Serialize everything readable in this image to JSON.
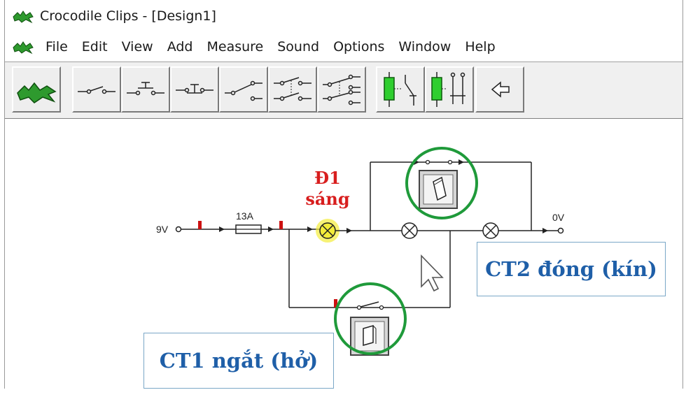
{
  "window": {
    "title": "Crocodile Clips - [Design1]"
  },
  "menu": {
    "items": [
      "File",
      "Edit",
      "View",
      "Add",
      "Measure",
      "Sound",
      "Options",
      "Window",
      "Help"
    ]
  },
  "toolbar": {
    "back_icon": "arrow-left-icon"
  },
  "circuit": {
    "source_label": "9V",
    "fuse_label": "13A",
    "ground_label": "0V"
  },
  "annotations": {
    "lamp_line1": "Đ1",
    "lamp_line2": "sáng",
    "ct2": "CT2 đóng (kín)",
    "ct1": "CT1 ngắt (hở)"
  },
  "colors": {
    "highlight_circle": "#1f9a3a",
    "annotation_red": "#d81e1e",
    "label_blue": "#1f5fa8",
    "lamp_glow": "#f3ec3a"
  }
}
